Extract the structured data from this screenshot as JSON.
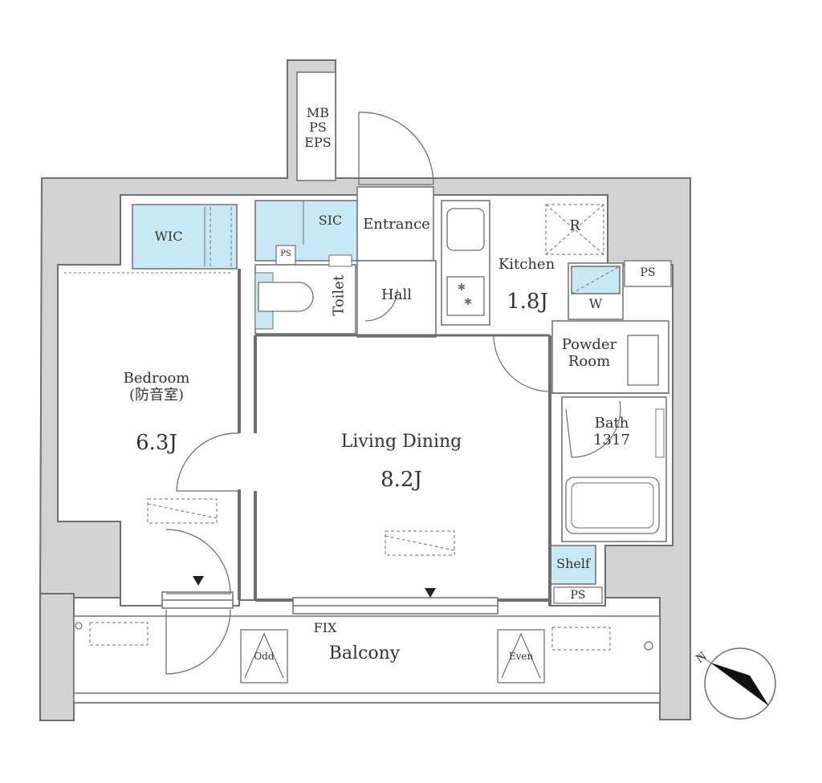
{
  "colors": {
    "wall_fill": "#d2d2d2",
    "wall_stroke": "#6f6f6f",
    "room_fill": "#ffffff",
    "storage_fill": "#c8e8f6",
    "text": "#333333"
  },
  "rooms": {
    "mb_ps_eps": {
      "line1": "MB",
      "line2": "PS",
      "line3": "EPS"
    },
    "wic": "WIC",
    "sic": "SIC",
    "entrance": "Entrance",
    "ps_small": "PS",
    "toilet": "Toilet",
    "hall": "Hall",
    "kitchen": {
      "name": "Kitchen",
      "size": "1.8J"
    },
    "refrigerator": "R",
    "ps_kitchen": "PS",
    "washer": "W",
    "powder_room": {
      "line1": "Powder",
      "line2": "Room"
    },
    "bath": {
      "name": "Bath",
      "size": "1317"
    },
    "bedroom": {
      "name": "Bedroom",
      "sub": "(防音室)",
      "size": "6.3J"
    },
    "living_dining": {
      "name": "Living Dining",
      "size": "8.2J"
    },
    "shelf": "Shelf",
    "ps_bottom": "PS",
    "fix": "FIX",
    "balcony": "Balcony",
    "odd": "Odd",
    "even": "Even"
  },
  "compass": {
    "label": "N"
  }
}
